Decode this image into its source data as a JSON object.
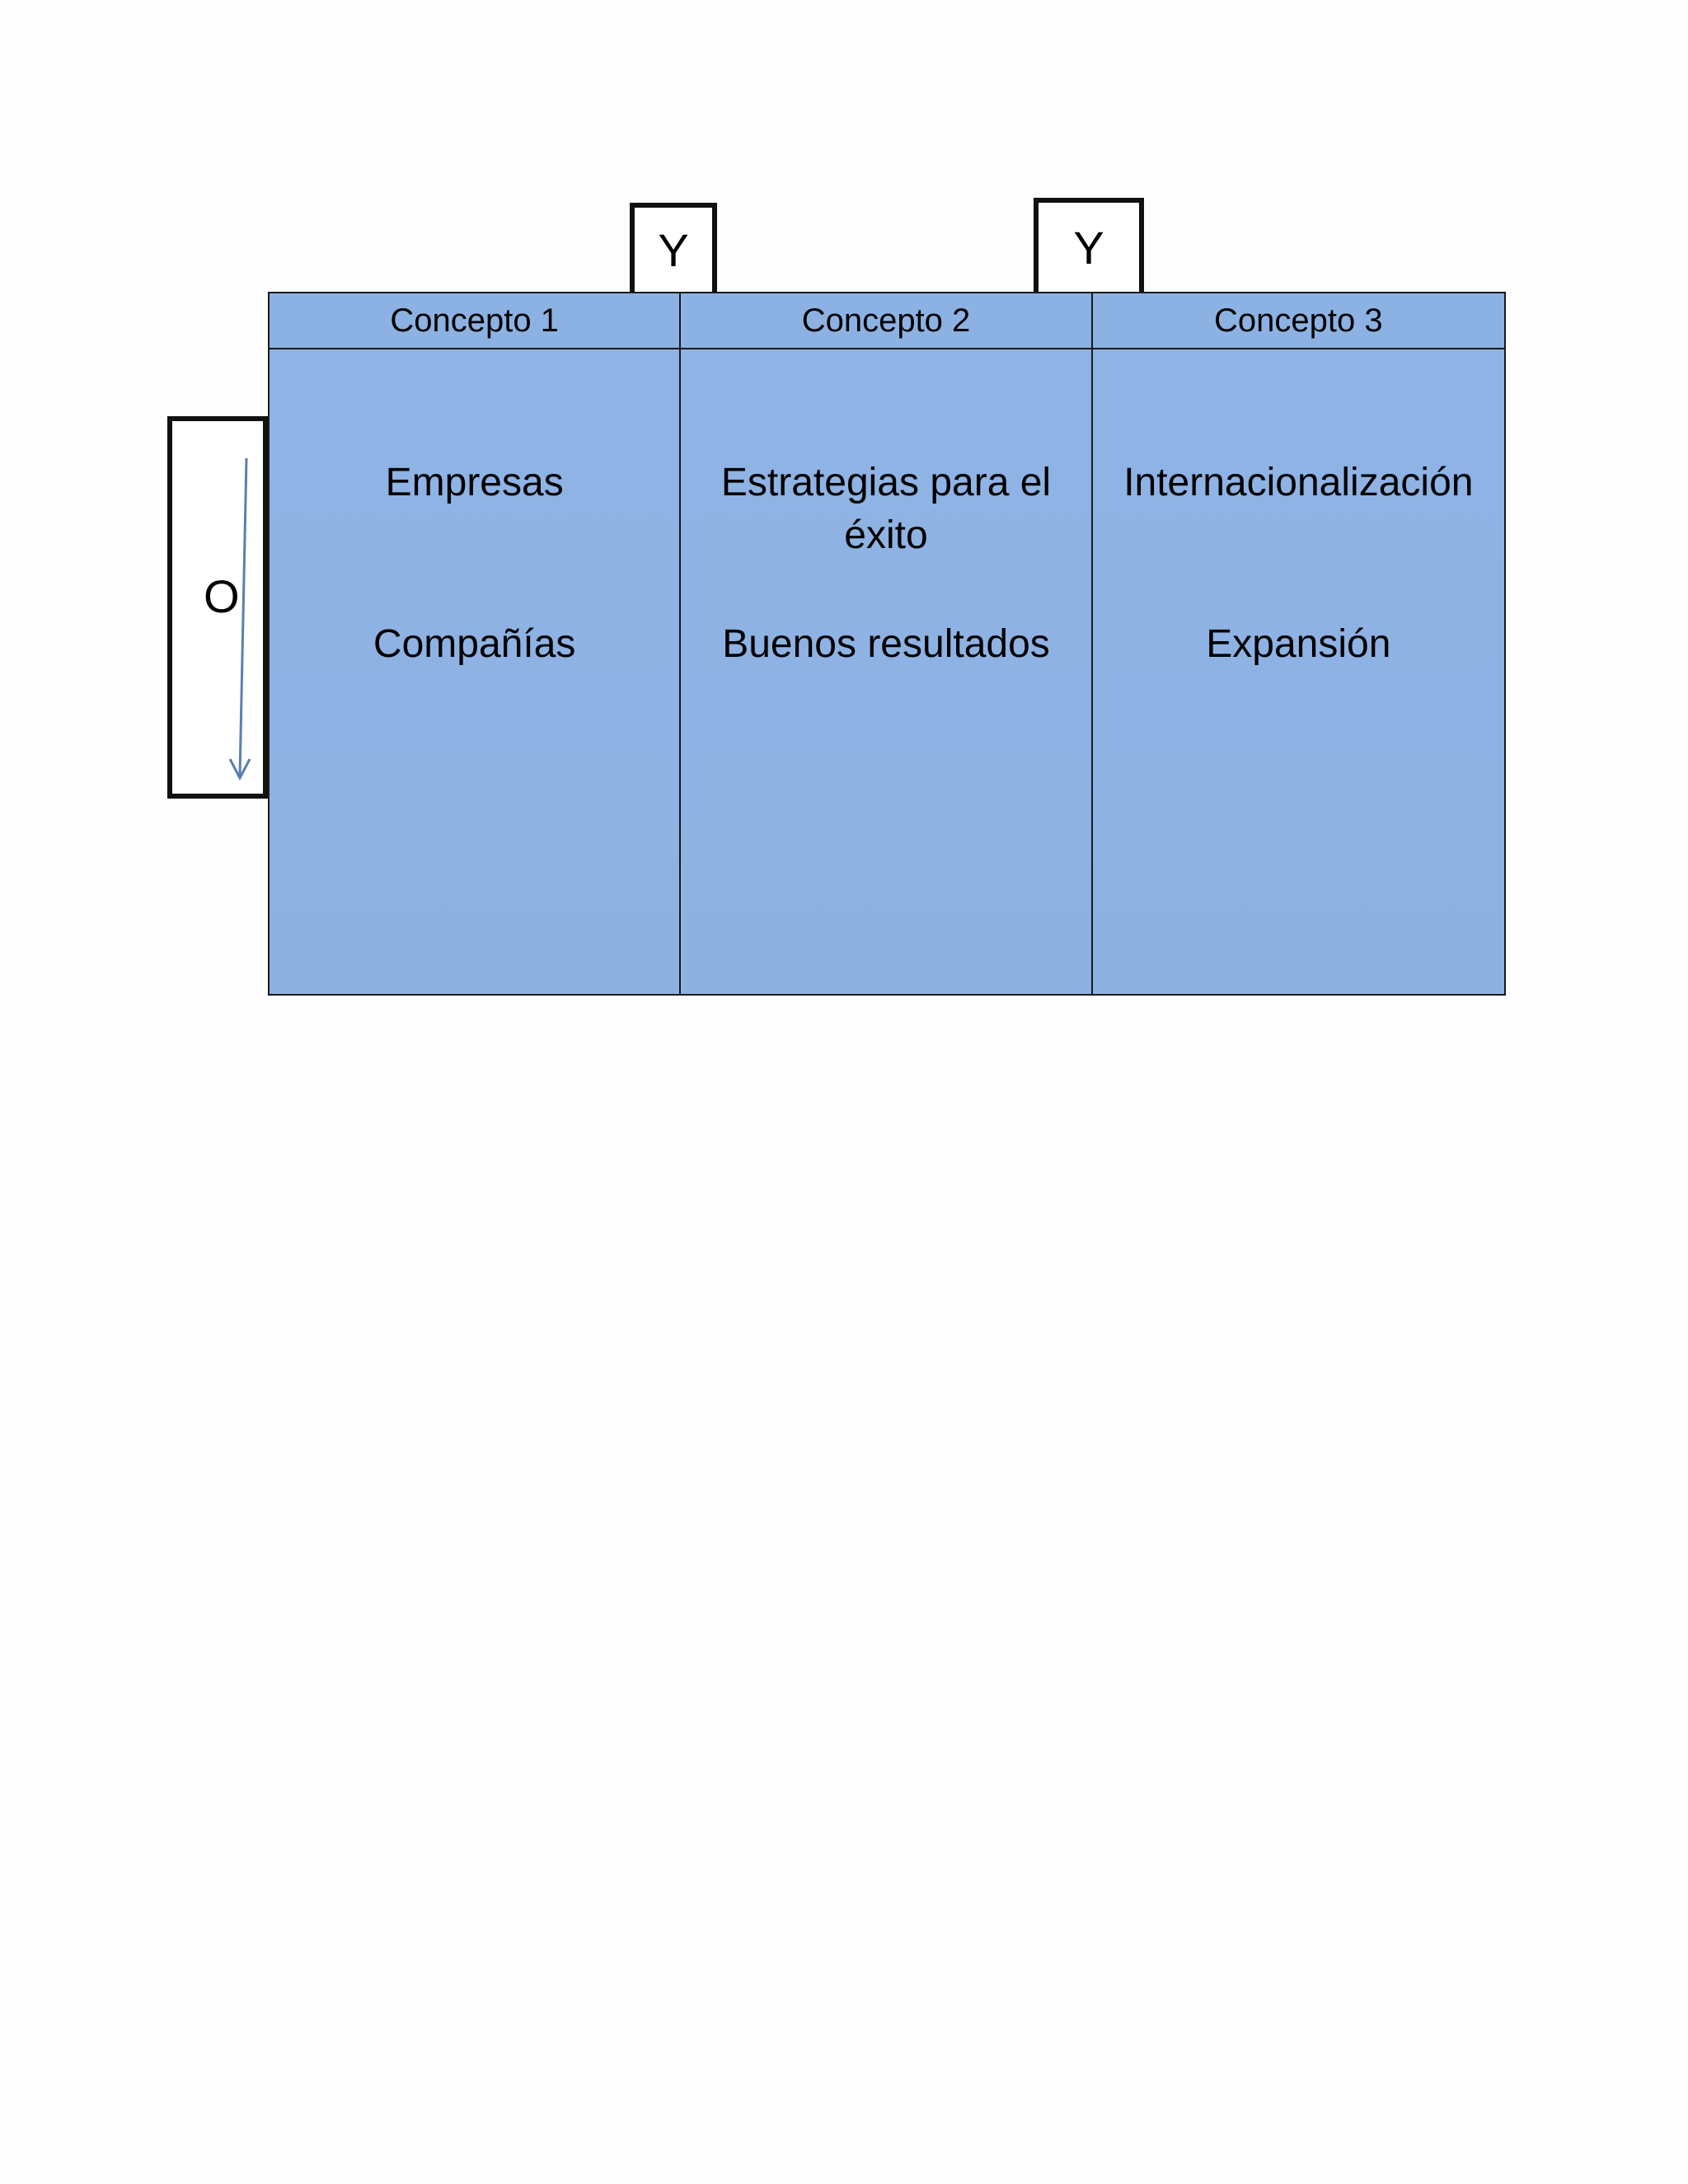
{
  "connectors": {
    "y_left": "Y",
    "y_right": "Y",
    "o_label": "O"
  },
  "table": {
    "headers": [
      "Concepto 1",
      "Concepto 2",
      "Concepto 3"
    ],
    "columns": [
      {
        "line1": "Empresas",
        "line2": "Compañías"
      },
      {
        "line1": "Estrategias para el éxito",
        "line2": "Buenos resultados"
      },
      {
        "line1": "Internacionalización",
        "line2": "Expansión"
      }
    ]
  },
  "colors": {
    "table_fill": "#8fb3e3",
    "arrow": "#5b7fb0",
    "border": "#111111"
  },
  "icons": {
    "o_arrow": "arrow-down-icon"
  }
}
